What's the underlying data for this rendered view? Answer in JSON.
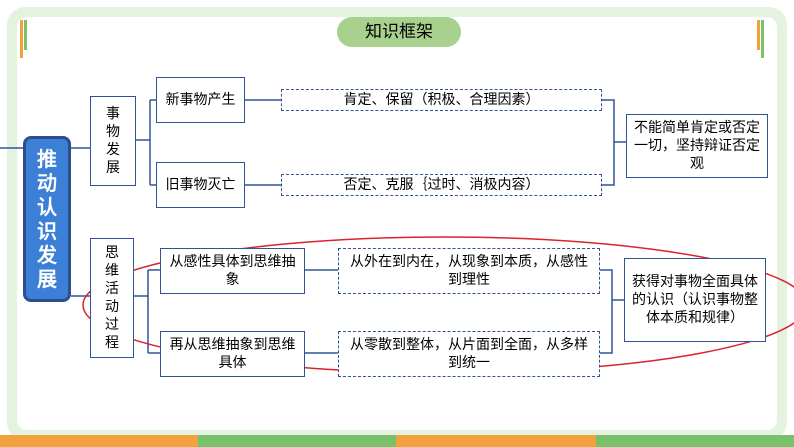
{
  "title": "知识框架",
  "main_node": "推动认识发展",
  "branches": [
    {
      "label": "事物发展",
      "children": [
        {
          "label": "新事物产生",
          "detail": "肯定、保留（积极、合理因素）"
        },
        {
          "label": "旧事物灭亡",
          "detail": "否定、克服｛过时、消极内容）"
        }
      ],
      "conclusion": "不能简单肯定或否定一切，坚持辩证否定观"
    },
    {
      "label": "思维活动过程",
      "children": [
        {
          "label": "从感性具体到思维抽象",
          "detail": "从外在到内在，从现象到本质，从感性到理性"
        },
        {
          "label": "再从思维抽象到思维具体",
          "detail": "从零散到整体，从片面到全面，从多样到统一"
        }
      ],
      "conclusion": "获得对事物全面具体的认识（认识事物整体本质和规律）"
    }
  ],
  "colors": {
    "border": "#2f5597",
    "main_fill": "#3b7fd6",
    "title_fill": "#a9d18e",
    "ellipse": "#d9232e",
    "frame": "#e3f3e0"
  }
}
